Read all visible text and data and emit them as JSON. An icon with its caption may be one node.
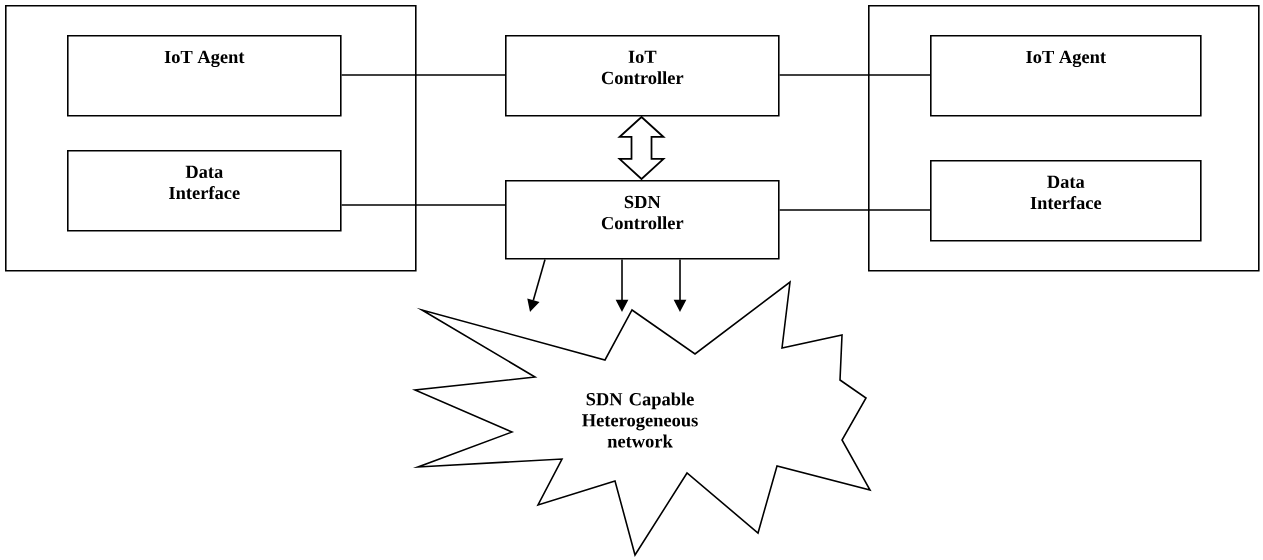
{
  "diagram": {
    "nodes": [
      {
        "text": [],
        "shape": "box"
      },
      {
        "text": [
          "IoT Agent"
        ],
        "in": 0
      },
      {
        "text": [
          "Data Interface"
        ],
        "in": 0
      },
      {
        "text": [
          "IoT Controller"
        ]
      },
      {
        "text": [
          "SDN Controller"
        ]
      },
      {
        "text": [],
        "shape": "box"
      },
      {
        "text": [
          "IoT Agent"
        ],
        "in": 5
      },
      {
        "text": [
          "Data Interface"
        ],
        "in": 5
      },
      {
        "text": [
          "SDN Capable Heterogeneous network"
        ]
      }
    ],
    "edges": [
      {
        "from": 1,
        "to": 3,
        "arrow": "none"
      },
      {
        "from": 3,
        "to": 6,
        "arrow": "none"
      },
      {
        "from": 2,
        "to": 4,
        "arrow": "none"
      },
      {
        "from": 4,
        "to": 7,
        "arrow": "none"
      },
      {
        "from": 3,
        "to": 4,
        "arrow": "both",
        "style": "thick"
      },
      {
        "from": 4,
        "to": 8,
        "arrow": "to"
      },
      {
        "from": 4,
        "to": 8,
        "arrow": "to"
      },
      {
        "from": 4,
        "to": 8,
        "arrow": "to"
      }
    ]
  }
}
